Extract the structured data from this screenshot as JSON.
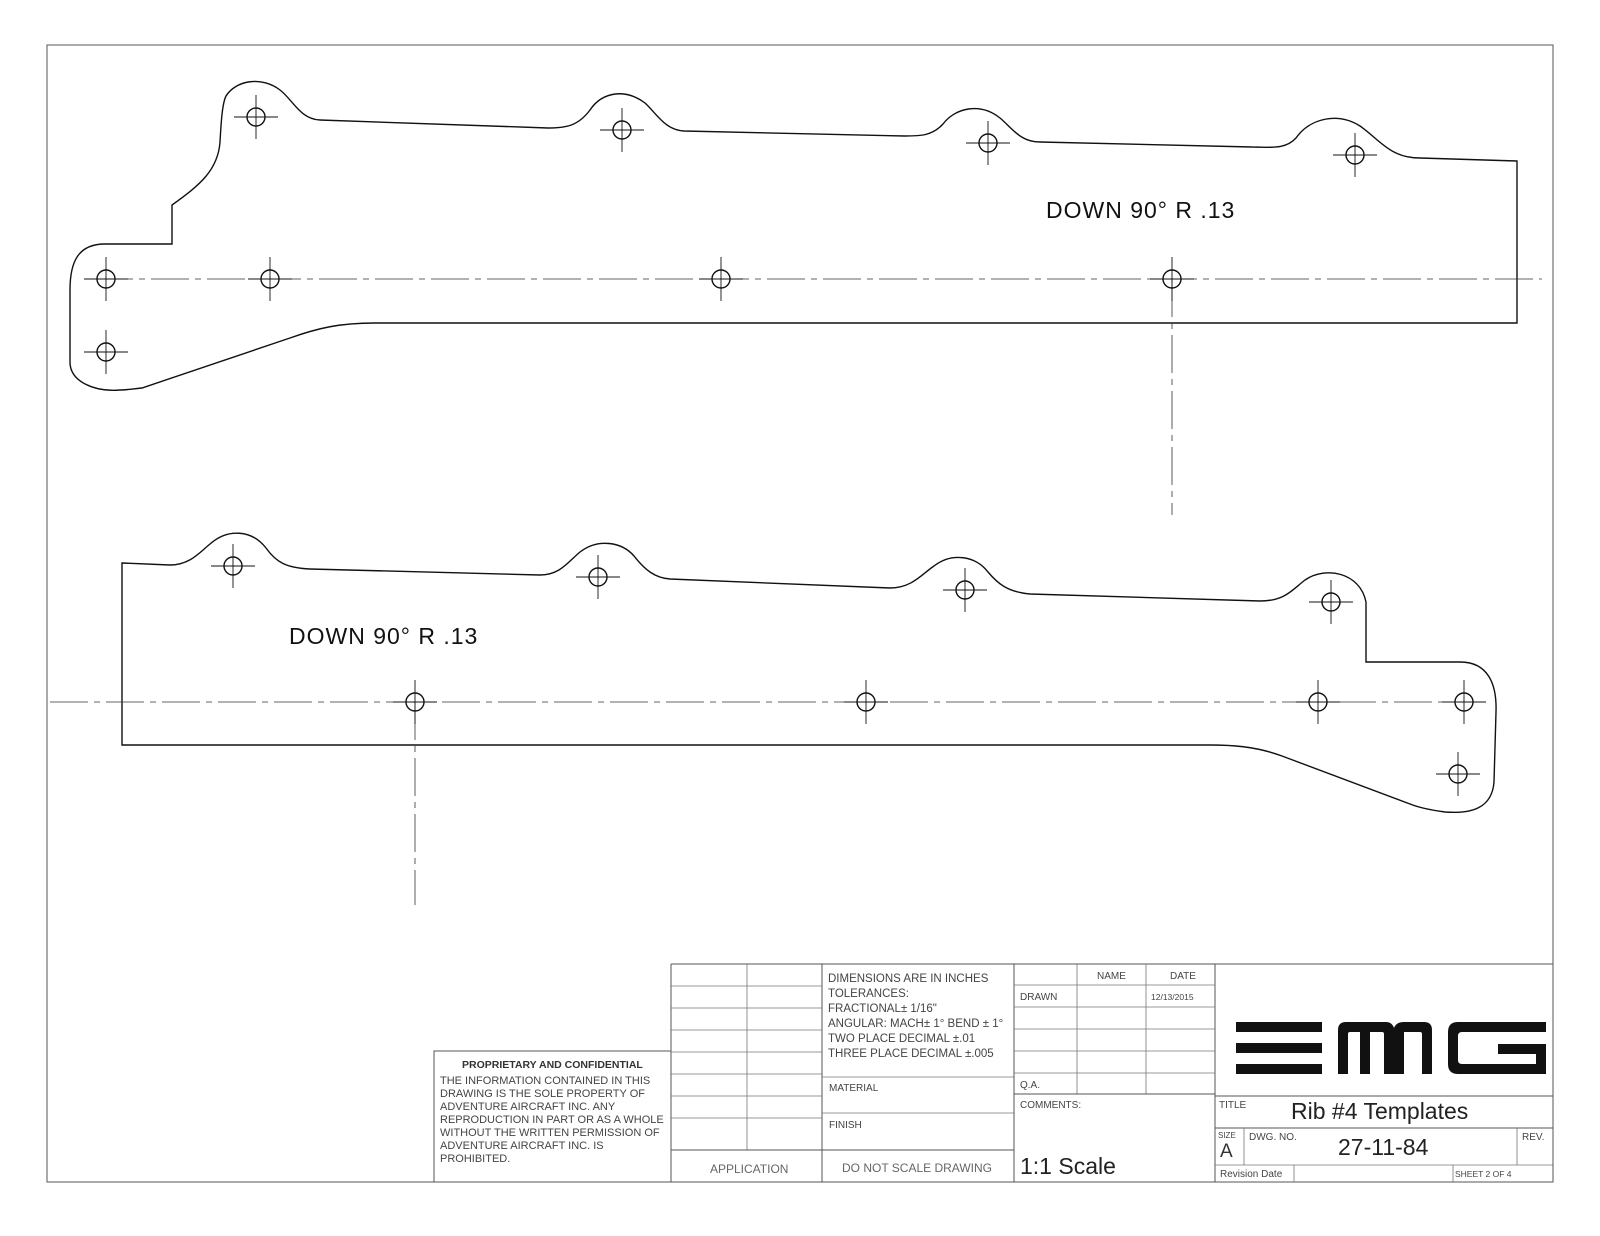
{
  "part_notes": {
    "upper_bend_note": "DOWN  90°  R .13",
    "lower_bend_note": "DOWN  90°  R .13"
  },
  "title_block": {
    "proprietary": {
      "heading": "PROPRIETARY AND CONFIDENTIAL",
      "lines": [
        "THE INFORMATION CONTAINED IN THIS",
        "DRAWING IS THE SOLE PROPERTY OF",
        "ADVENTURE AIRCRAFT INC.  ANY",
        "REPRODUCTION IN PART OR AS A WHOLE",
        "WITHOUT THE WRITTEN PERMISSION OF",
        "ADVENTURE AIRCRAFT INC. IS",
        "PROHIBITED."
      ]
    },
    "application_label": "APPLICATION",
    "tolerances": {
      "lines": [
        "DIMENSIONS ARE IN INCHES",
        "TOLERANCES:",
        "FRACTIONAL± 1/16\"",
        "ANGULAR: MACH± 1° BEND ± 1°",
        "TWO PLACE DECIMAL    ±.01",
        "THREE PLACE DECIMAL  ±.005"
      ]
    },
    "material_label": "MATERIAL",
    "finish_label": "FINISH",
    "do_not_scale": "DO NOT SCALE DRAWING",
    "header_name": "NAME",
    "header_date": "DATE",
    "drawn_label": "DRAWN",
    "drawn_date": "12/13/2015",
    "qa_label": "Q.A.",
    "comments_label": "COMMENTS:",
    "comments_value": "1:1 Scale",
    "logo_text": "EMG",
    "title_label": "TITLE",
    "title_value": "Rib #4 Templates",
    "size_label": "SIZE",
    "size_value": "A",
    "dwg_label": "DWG.  NO.",
    "dwg_value": "27-11-84",
    "rev_label": "REV.",
    "revision_date_label": "Revision Date",
    "sheet_label": "SHEET 2 OF 4"
  }
}
